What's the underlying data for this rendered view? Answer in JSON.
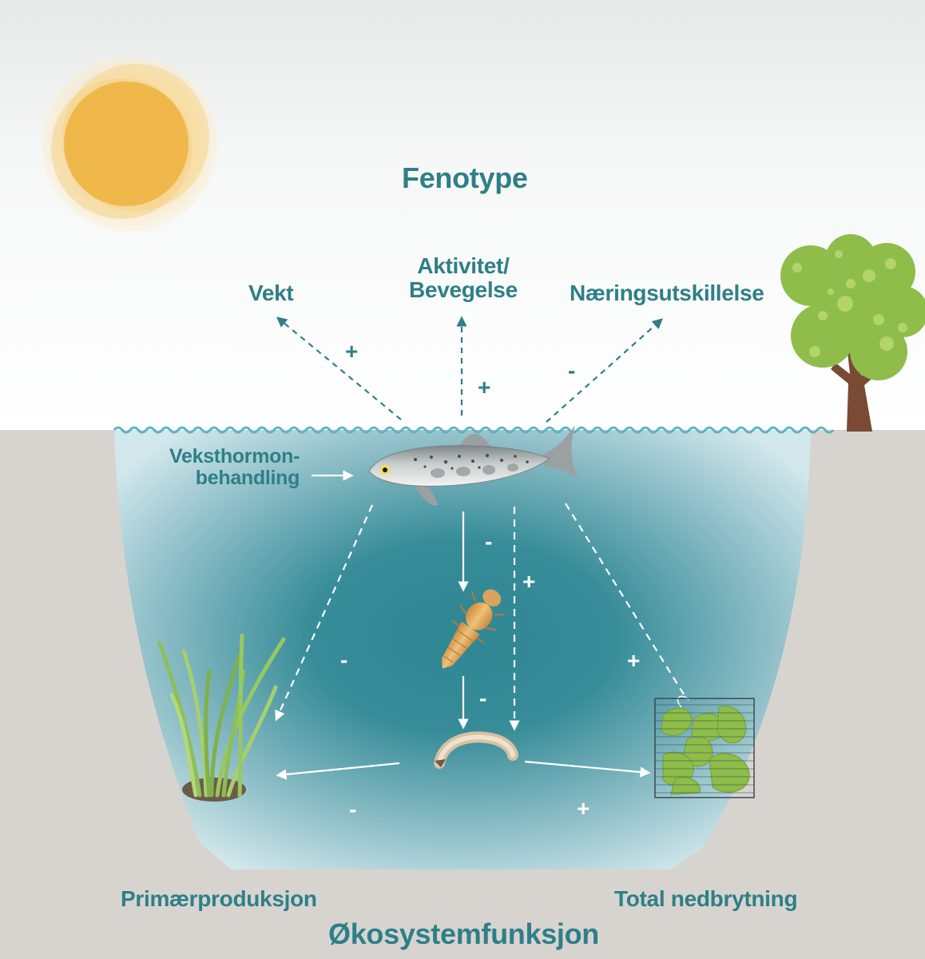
{
  "title": "Fenotype",
  "phenotype": {
    "weight": "Vekt",
    "activity_line1": "Aktivitet/",
    "activity_line2": "Bevegelse",
    "nutrient": "Næringsutskillelse"
  },
  "treatment": {
    "line1": "Veksthormon-",
    "line2": "behandling"
  },
  "signs": {
    "weight": "+",
    "activity": "+",
    "nutrient": "-",
    "fish_to_plant": "-",
    "fish_to_larva": "-",
    "fish_to_worm": "+",
    "fish_to_leaves": "+",
    "larva_to_worm": "-",
    "worm_to_plant": "-",
    "worm_to_leaves": "+"
  },
  "bottom": {
    "primary": "Primærproduksjon",
    "decomposition": "Total nedbrytning",
    "ecosystem": "Økosystemfunksjon"
  },
  "colors": {
    "teal_text": "#2e7f88",
    "sky_top": "#e7ebea",
    "ground": "#d7d4d0",
    "water_deep": "#2f8a96",
    "water_light": "#d5e9ed",
    "sun": "#f0b84a",
    "tree_leaves": "#8ebd4a",
    "trunk": "#7a4a34"
  },
  "icons": [
    "sun-icon",
    "tree-icon",
    "fish-icon",
    "insect-larva-icon",
    "worm-larva-icon",
    "aquatic-plant-icon",
    "leaf-litter-bag-icon"
  ]
}
